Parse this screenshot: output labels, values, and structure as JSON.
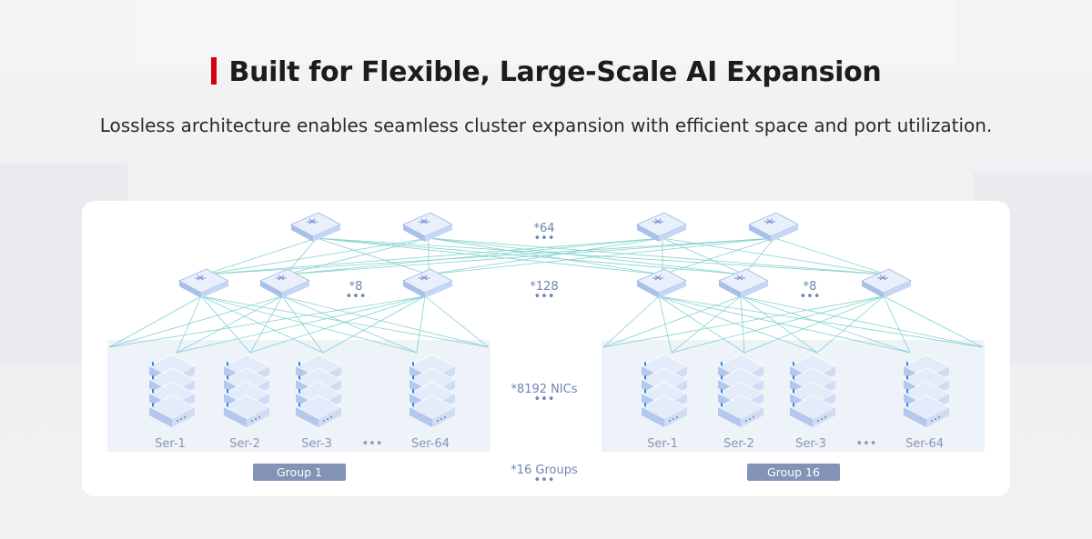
{
  "heading": {
    "title": "Built for Flexible, Large-Scale AI Expansion",
    "subtitle": "Lossless architecture enables seamless cluster expansion with efficient space and port utilization."
  },
  "diagram": {
    "spine_count_label": "*64",
    "leaf_count_label": "*128",
    "group_leaf_label": "*8",
    "nics_label": "*8192 NICs",
    "groups_label": "*16 Groups",
    "groups": [
      {
        "label": "Group 1",
        "servers": [
          "Ser-1",
          "Ser-2",
          "Ser-3",
          "Ser-64"
        ]
      },
      {
        "label": "Group 16",
        "servers": [
          "Ser-1",
          "Ser-2",
          "Ser-3",
          "Ser-64"
        ]
      }
    ],
    "ellipsis": "•••",
    "colors": {
      "accent_bar": "#d7000f",
      "link_line": "#76cfc8",
      "group_badge": "#8393b7",
      "switch_face": "#e7eefb",
      "server_face": "#dbe6f7",
      "group_panel": "#eef2f9"
    }
  }
}
